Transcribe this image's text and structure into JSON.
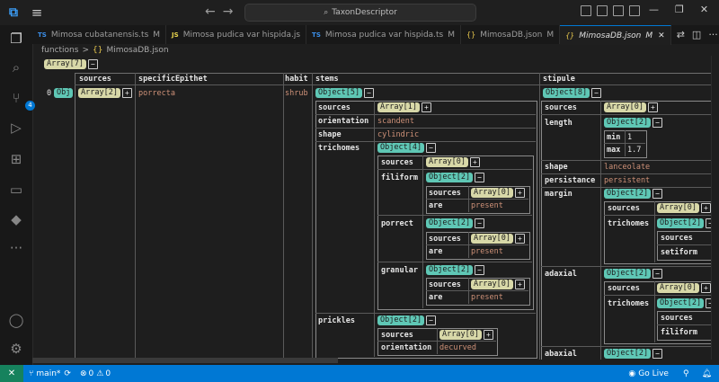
{
  "titlebar": {
    "search_text": "TaxonDescriptor"
  },
  "tabs": [
    {
      "icon": "TS",
      "label": "Mimosa cubatanensis.ts",
      "status": "M"
    },
    {
      "icon": "JS",
      "label": "Mimosa pudica var hispida.js",
      "status": ""
    },
    {
      "icon": "TS",
      "label": "Mimosa pudica var hispida.ts",
      "status": "M"
    },
    {
      "icon": "{}",
      "label": "MimosaDB.json",
      "status": "M"
    },
    {
      "icon": "{}",
      "label": "MimosaDB.json",
      "status": "M"
    }
  ],
  "breadcrumb": {
    "folder": "functions",
    "sep": ">",
    "icon": "{}",
    "file": "MimosaDB.json"
  },
  "grid": {
    "root_chip": "Array[7]",
    "headers": {
      "sources": "sources",
      "specificEpithet": "specificEpithet",
      "habit": "habit",
      "stems": "stems",
      "stipule": "stipule"
    },
    "row_index": "0",
    "row_chip": "Obj",
    "sources_chip": "Array[2]",
    "specificEpithet_value": "porrecta",
    "habit_value": "shrub",
    "stems": {
      "chip": "Object[5]",
      "sources_key": "sources",
      "sources_chip": "Array[1]",
      "orientation_key": "orientation",
      "orientation_value": "scandent",
      "shape_key": "shape",
      "shape_value": "cylindric",
      "trichomes_key": "trichomes",
      "trichomes_chip": "Object[4]",
      "trichomes": {
        "sources_key": "sources",
        "sources_chip": "Array[0]",
        "filiform_key": "filiform",
        "filiform_chip": "Object[2]",
        "filiform_sources_key": "sources",
        "filiform_sources_chip": "Array[0]",
        "filiform_are_key": "are",
        "filiform_are_value": "present",
        "porrect_key": "porrect",
        "porrect_chip": "Object[2]",
        "porrect_sources_key": "sources",
        "porrect_sources_chip": "Array[0]",
        "porrect_are_key": "are",
        "porrect_are_value": "present",
        "granular_key": "granular",
        "granular_chip": "Object[2]",
        "granular_sources_key": "sources",
        "granular_sources_chip": "Array[0]",
        "granular_are_key": "are",
        "granular_are_value": "present"
      },
      "prickles_key": "prickles",
      "prickles_chip": "Object[2]",
      "prickles_sources_key": "sources",
      "prickles_sources_chip": "Array[0]",
      "prickles_orientation_key": "orientation",
      "prickles_orientation_value": "decurved"
    },
    "stipule": {
      "chip": "Object[8]",
      "sources_key": "sources",
      "sources_chip": "Array[0]",
      "length_key": "length",
      "length_chip": "Object[2]",
      "min_key": "min",
      "min_value": "1",
      "max_key": "max",
      "max_value": "1.7",
      "shape_key": "shape",
      "shape_value": "lanceolate",
      "persistance_key": "persistance",
      "persistance_value": "persistent",
      "margin_key": "margin",
      "margin_chip": "Object[2]",
      "margin_sources_key": "sources",
      "margin_sources_chip": "Array[0]",
      "margin_trichomes_key": "trichomes",
      "margin_trichomes_chip": "Object[2]",
      "margin_trichomes_sources_key": "sources",
      "margin_trichomes_setiform_key": "setiform",
      "adaxial_key": "adaxial",
      "adaxial_chip": "Object[2]",
      "adaxial_sources_key": "sources",
      "adaxial_sources_chip": "Array[0]",
      "adaxial_trichomes_key": "trichomes",
      "adaxial_trichomes_chip": "Object[2]",
      "adaxial_trichomes_sources_key": "sources",
      "adaxial_trichomes_filiform_key": "filiform",
      "abaxial_key": "abaxial",
      "abaxial_chip": "Object[2]"
    }
  },
  "statusbar": {
    "branch": "main*",
    "errors": "0",
    "warnings": "0",
    "golive": "Go Live"
  }
}
